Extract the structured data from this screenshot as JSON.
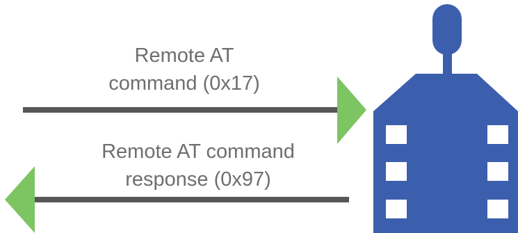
{
  "colors": {
    "arrow_line": "#575757",
    "arrowhead": "#7dc462",
    "device": "#3c5fad",
    "device_window": "#ffffff",
    "label_text": "#6e6e6e"
  },
  "outgoing": {
    "line1": "Remote AT",
    "line2": "command (0x17)",
    "direction": "right"
  },
  "incoming": {
    "line1": "Remote AT command",
    "line2": "response (0x97)",
    "direction": "left"
  },
  "device": {
    "icon": "radio-module-icon"
  }
}
